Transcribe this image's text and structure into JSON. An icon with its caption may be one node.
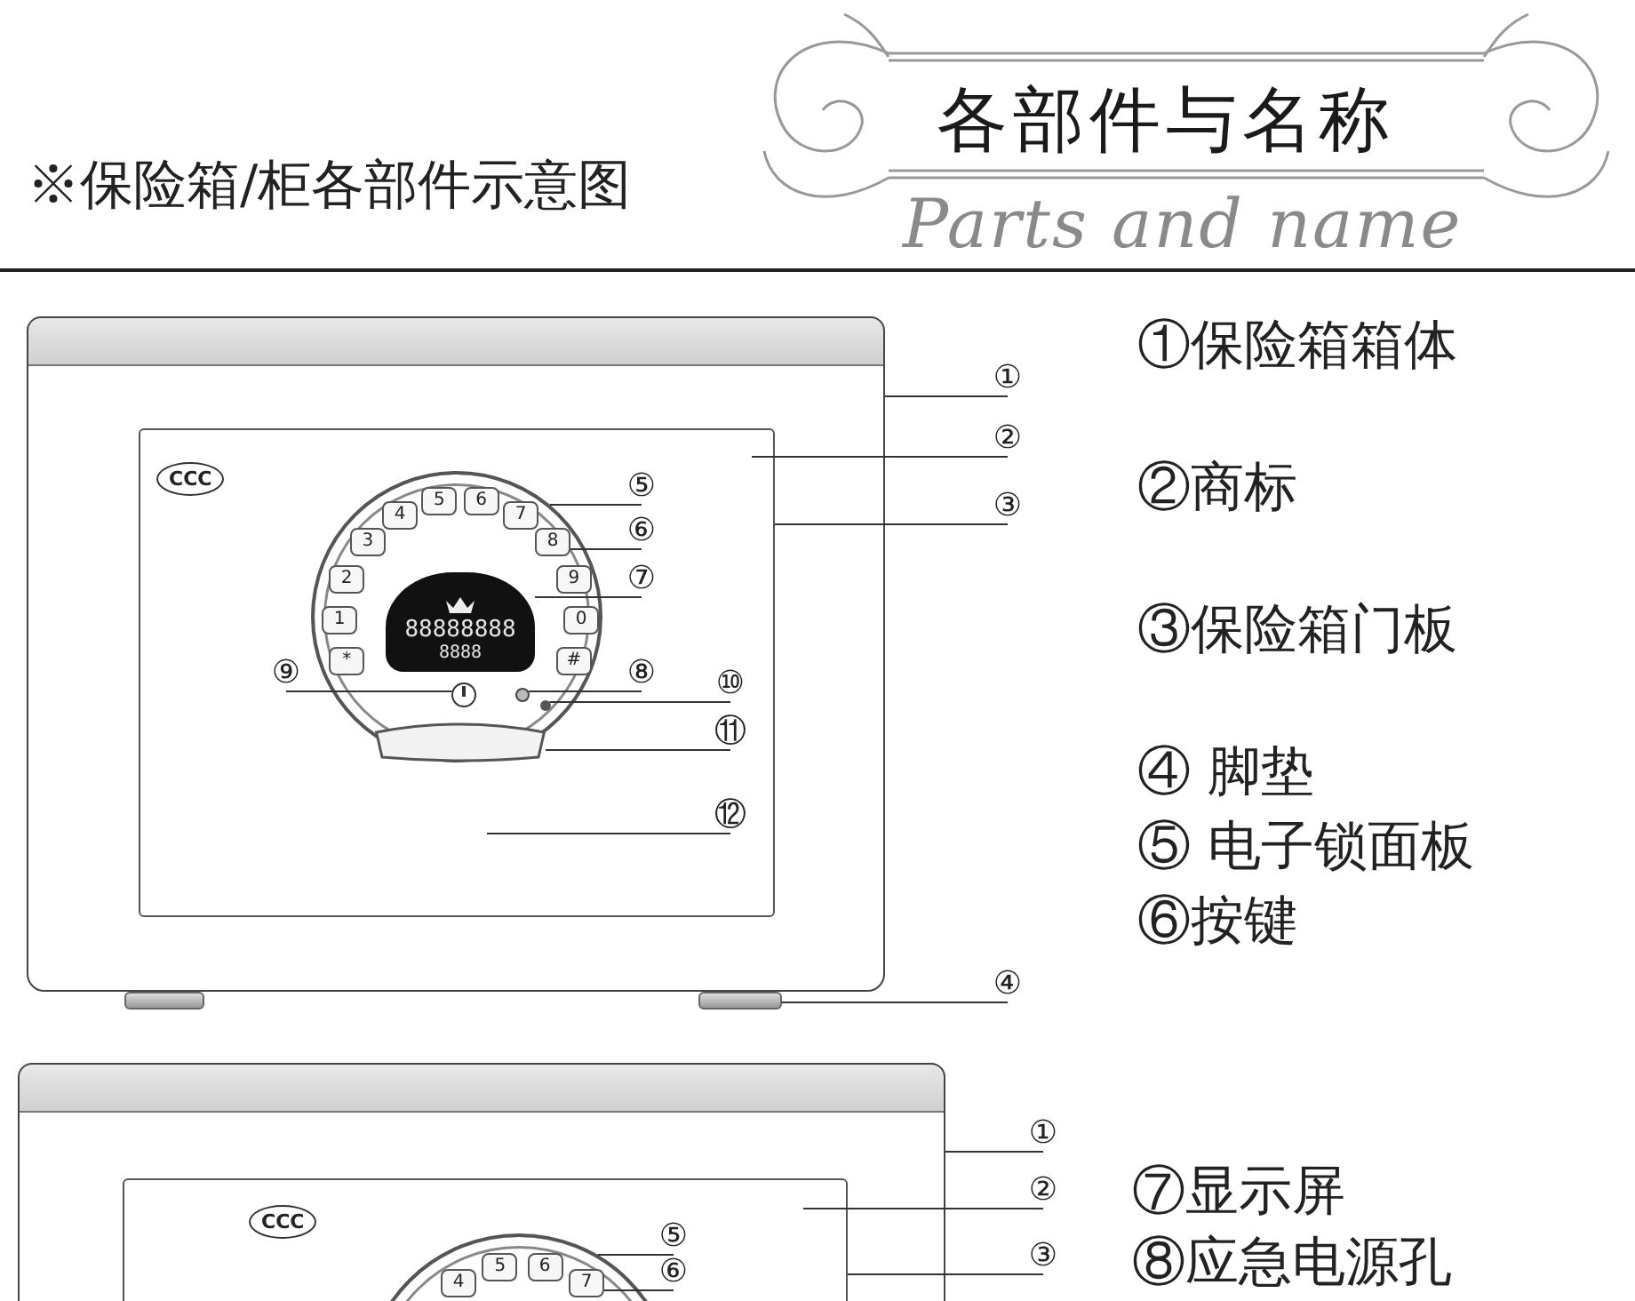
{
  "diagram": {
    "title": "各部件与名称",
    "nodes": [
      {
        "text": [
          "①"
        ]
      },
      {
        "text": [
          "②"
        ]
      },
      {
        "text": [
          "③"
        ]
      },
      {
        "text": [
          "⑤"
        ],
        "in": 13
      },
      {
        "text": [
          "⑥"
        ],
        "in": 13
      },
      {
        "text": [
          "⑦"
        ],
        "in": 13
      },
      {
        "text": [
          "⑧"
        ],
        "in": 13
      },
      {
        "text": [
          "⑨"
        ],
        "in": 13
      },
      {
        "text": [
          "⑩"
        ],
        "in": 13
      },
      {
        "text": [
          "⑪"
        ],
        "in": 13
      },
      {
        "text": [
          "⑫"
        ],
        "in": 13
      },
      {
        "text": [
          "④"
        ]
      },
      {
        "text": [],
        "shape": "box"
      },
      {
        "text": [],
        "shape": "box",
        "in": 12
      },
      {
        "text": [],
        "shape": "circle",
        "in": 13
      },
      {
        "text": [
          "*"
        ],
        "in": 14
      },
      {
        "text": [
          "1"
        ],
        "in": 14
      },
      {
        "text": [
          "2"
        ],
        "in": 14
      },
      {
        "text": [
          "3"
        ],
        "in": 14
      },
      {
        "text": [
          "4"
        ],
        "in": 14
      },
      {
        "text": [
          "5"
        ],
        "in": 14
      },
      {
        "text": [
          "6"
        ],
        "in": 14
      },
      {
        "text": [
          "7"
        ],
        "in": 14
      },
      {
        "text": [
          "8"
        ],
        "in": 14
      },
      {
        "text": [
          "9"
        ],
        "in": 14
      },
      {
        "text": [
          "0"
        ],
        "in": 14
      },
      {
        "text": [
          "#"
        ],
        "in": 14
      },
      {
        "text": [
          "88888888",
          "8888"
        ],
        "in": 14
      },
      {
        "text": [],
        "shape": "circle",
        "in": 14
      },
      {
        "text": [],
        "shape": "bar"
      },
      {
        "text": [],
        "shape": "bar"
      },
      {
        "text": [
          "①"
        ]
      },
      {
        "text": [
          "②"
        ]
      },
      {
        "text": [
          "③"
        ]
      },
      {
        "text": [
          "⑤"
        ],
        "in": 37
      },
      {
        "text": [
          "⑥"
        ],
        "in": 37
      },
      {
        "text": [],
        "shape": "box"
      },
      {
        "text": [],
        "shape": "box",
        "in": 36
      },
      {
        "text": [],
        "shape": "circle",
        "in": 37
      },
      {
        "text": [
          "4"
        ],
        "in": 38
      },
      {
        "text": [
          "5"
        ],
        "in": 38
      },
      {
        "text": [
          "6"
        ],
        "in": 38
      },
      {
        "text": [
          "7"
        ],
        "in": 38
      },
      {
        "text": [],
        "shape": "circle",
        "in": 14
      },
      {
        "text": [],
        "shape": "circle",
        "in": 14
      },
      {
        "text": [],
        "shape": "box",
        "in": 14
      }
    ],
    "edges": [
      {
        "from": 0,
        "to": 12,
        "arrow": "none"
      },
      {
        "from": 1,
        "to": null,
        "arrow": "none"
      },
      {
        "from": 2,
        "to": 13,
        "arrow": "none"
      },
      {
        "from": 3,
        "to": 14,
        "arrow": "none"
      },
      {
        "from": 4,
        "to": 23,
        "arrow": "none"
      },
      {
        "from": 5,
        "to": 27,
        "arrow": "none"
      },
      {
        "from": 6,
        "to": 28,
        "arrow": "none"
      },
      {
        "from": 7,
        "to": 43,
        "arrow": "none"
      },
      {
        "from": 8,
        "to": 44,
        "arrow": "none"
      },
      {
        "from": 9,
        "to": 45,
        "arrow": "none"
      },
      {
        "from": 10,
        "to": null,
        "arrow": "none"
      },
      {
        "from": 11,
        "to": 30,
        "arrow": "none"
      },
      {
        "from": 31,
        "to": 36,
        "arrow": "none"
      },
      {
        "from": 32,
        "to": null,
        "arrow": "none"
      },
      {
        "from": 33,
        "to": 37,
        "arrow": "none"
      },
      {
        "from": 34,
        "to": 38,
        "arrow": "none"
      },
      {
        "from": 35,
        "to": 42,
        "arrow": "none"
      }
    ],
    "labels": [
      "※保险箱/柜各部件示意图",
      "Parts and name",
      "①保险箱箱体",
      "②商标",
      "③保险箱门板",
      "④ 脚垫",
      "⑤ 电子锁面板",
      "⑥按键",
      "CCC",
      "⑦显示屏",
      "⑧应急电源孔",
      "CCC"
    ]
  }
}
